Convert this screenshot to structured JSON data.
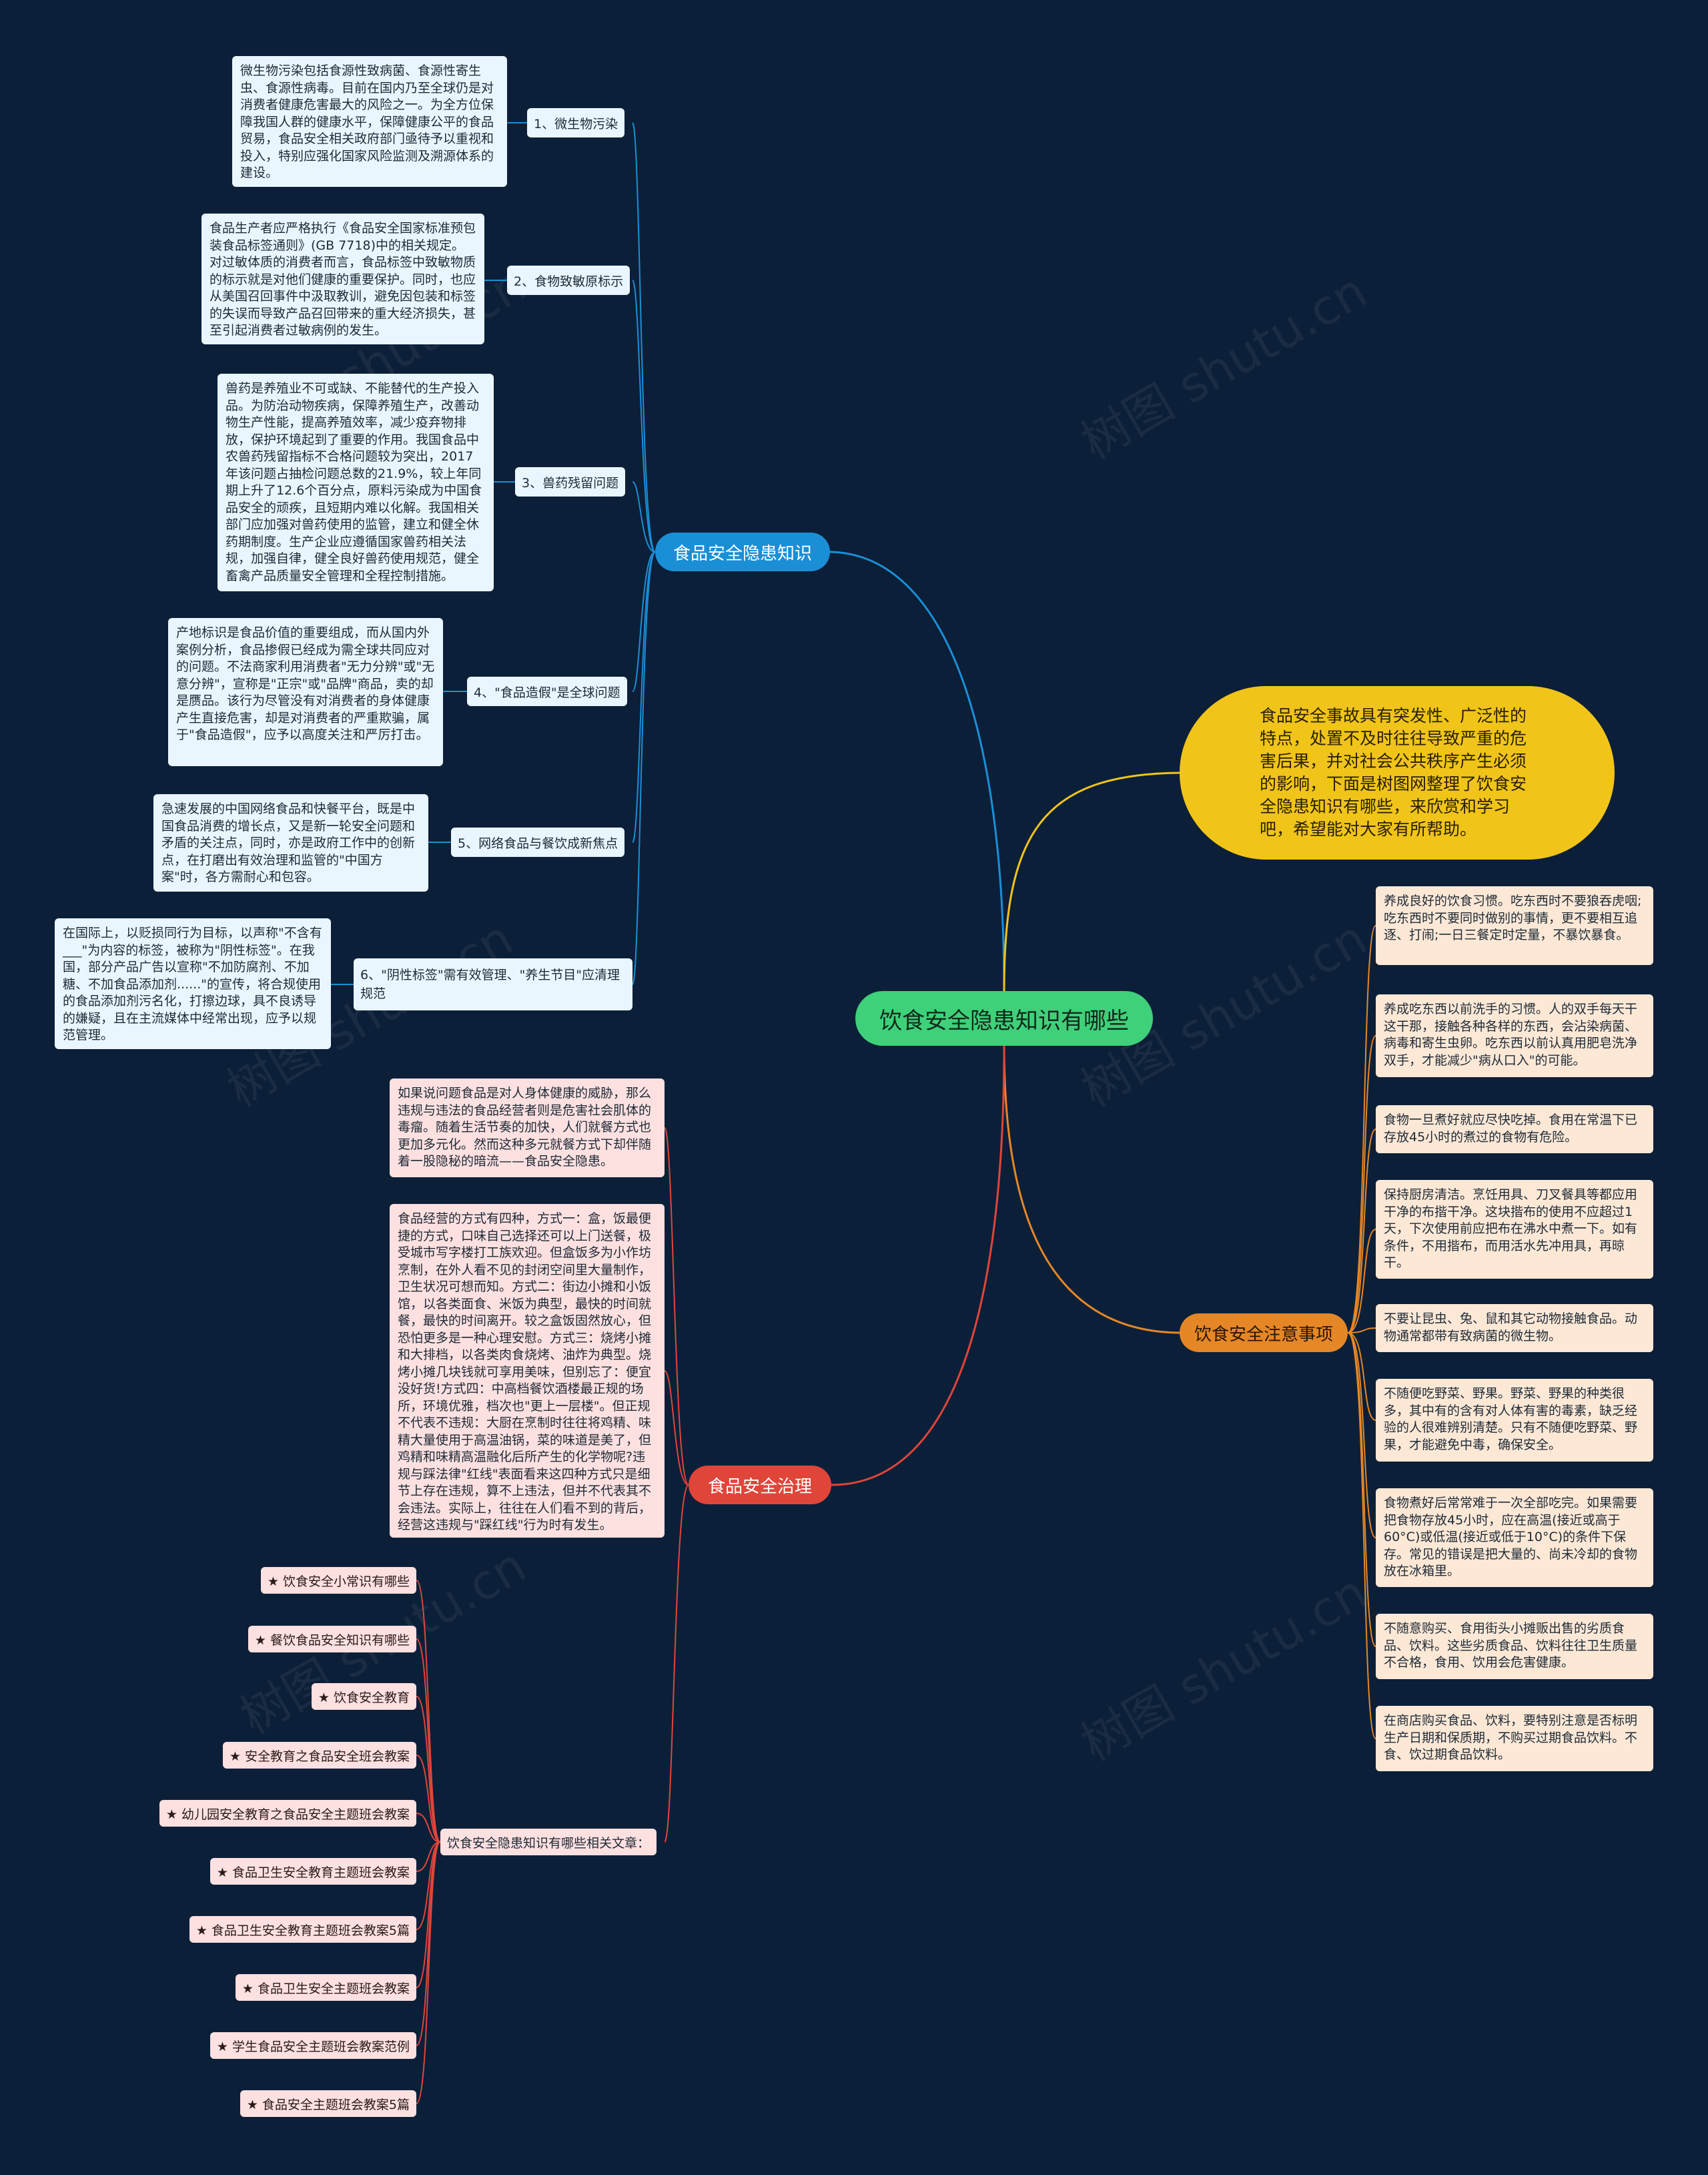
{
  "center": "饮食安全隐患知识有哪些",
  "intro": "食品安全事故具有突发性、广泛性的特点，处置不及时往往导致严重的危害后果，并对社会公共秩序产生必须的影响，下面是树图网整理了饮食安全隐患知识有哪些，来欣赏和学习吧，希望能对大家有所帮助。",
  "watermark": "树图 shutu.cn",
  "colors": {
    "background": "#0c1f38",
    "center": "#3fd07a",
    "intro": "#f0c419",
    "knowledge": "#1a8fd6",
    "notes": "#e58726",
    "govern": "#e0453a"
  },
  "knowledge": {
    "title": "食品安全隐患知识",
    "items": [
      {
        "label": "1、微生物污染",
        "text": "微生物污染包括食源性致病菌、食源性寄生虫、食源性病毒。目前在国内乃至全球仍是对消费者健康危害最大的风险之一。为全方位保障我国人群的健康水平，保障健康公平的食品贸易，食品安全相关政府部门亟待予以重视和投入，特别应强化国家风险监测及溯源体系的建设。"
      },
      {
        "label": "2、食物致敏原标示",
        "text": "食品生产者应严格执行《食品安全国家标准预包装食品标签通则》(GB 7718)中的相关规定。对过敏体质的消费者而言，食品标签中致敏物质的标示就是对他们健康的重要保护。同时，也应从美国召回事件中汲取教训，避免因包装和标签的失误而导致产品召回带来的重大经济损失，甚至引起消费者过敏病例的发生。"
      },
      {
        "label": "3、兽药残留问题",
        "text": "兽药是养殖业不可或缺、不能替代的生产投入品。为防治动物疾病，保障养殖生产，改善动物生产性能，提高养殖效率，减少疫弃物排放，保护环境起到了重要的作用。我国食品中农兽药残留指标不合格问题较为突出，2017年该问题占抽检问题总数的21.9%，较上年同期上升了12.6个百分点，原料污染成为中国食品安全的顽疾，且短期内难以化解。我国相关部门应加强对兽药使用的监管，建立和健全休药期制度。生产企业应遵循国家兽药相关法规，加强自律，健全良好兽药使用规范，健全畜禽产品质量安全管理和全程控制措施。"
      },
      {
        "label": "4、\"食品造假\"是全球问题",
        "text": "产地标识是食品价值的重要组成，而从国内外案例分析，食品掺假已经成为需全球共同应对的问题。不法商家利用消费者\"无力分辨\"或\"无意分辨\"，宣称是\"正宗\"或\"品牌\"商品，卖的却是赝品。该行为尽管没有对消费者的身体健康产生直接危害，却是对消费者的严重欺骗，属于\"食品造假\"，应予以高度关注和严厉打击。"
      },
      {
        "label": "5、网络食品与餐饮成新焦点",
        "text": "急速发展的中国网络食品和快餐平台，既是中国食品消费的增长点，又是新一轮安全问题和矛盾的关注点，同时，亦是政府工作中的创新点，在打磨出有效治理和监管的\"中国方案\"时，各方需耐心和包容。"
      },
      {
        "label": "6、\"阴性标签\"需有效管理、\"养生节目\"应清理规范",
        "text": "在国际上，以贬损同行为目标，以声称\"不含有___\"为内容的标签，被称为\"阴性标签\"。在我国，部分产品广告以宣称\"不加防腐剂、不加糖、不加食品添加剂......\"的宣传，将合规使用的食品添加剂污名化，打擦边球，具不良诱导的嫌疑，且在主流媒体中经常出现，应予以规范管理。"
      }
    ]
  },
  "notes": {
    "title": "饮食安全注意事项",
    "items": [
      "养成良好的饮食习惯。吃东西时不要狼吞虎咽;吃东西时不要同时做别的事情，更不要相互追逐、打闹;一日三餐定时定量，不暴饮暴食。",
      "养成吃东西以前洗手的习惯。人的双手每天干这干那，接触各种各样的东西，会沾染病菌、病毒和寄生虫卵。吃东西以前认真用肥皂洗净双手，才能减少\"病从口入\"的可能。",
      "食物一旦煮好就应尽快吃掉。食用在常温下已存放45小时的煮过的食物有危险。",
      "保持厨房清洁。烹饪用具、刀叉餐具等都应用干净的布揩干净。这块揩布的使用不应超过1天，下次使用前应把布在沸水中煮一下。如有条件，不用揩布，而用活水先冲用具，再晾干。",
      "不要让昆虫、兔、鼠和其它动物接触食品。动物通常都带有致病菌的微生物。",
      "不随便吃野菜、野果。野菜、野果的种类很多，其中有的含有对人体有害的毒素，缺乏经验的人很难辨别清楚。只有不随便吃野菜、野果，才能避免中毒，确保安全。",
      "食物煮好后常常难于一次全部吃完。如果需要把食物存放45小时，应在高温(接近或高于60°C)或低温(接近或低于10°C)的条件下保存。常见的错误是把大量的、尚未冷却的食物放在冰箱里。",
      "不随意购买、食用街头小摊贩出售的劣质食品、饮料。这些劣质食品、饮料往往卫生质量不合格，食用、饮用会危害健康。",
      "在商店购买食品、饮料，要特别注意是否标明生产日期和保质期，不购买过期食品饮料。不食、饮过期食品饮料。"
    ]
  },
  "govern": {
    "title": "食品安全治理",
    "texts": [
      "如果说问题食品是对人身体健康的威胁，那么违规与违法的食品经营者则是危害社会肌体的毒瘤。随着生活节奏的加快，人们就餐方式也更加多元化。然而这种多元就餐方式下却伴随着一股隐秘的暗流——食品安全隐患。",
      "食品经营的方式有四种，方式一：盒，饭最便捷的方式，口味自己选择还可以上门送餐，极受城市写字楼打工族欢迎。但盒饭多为小作坊烹制，在外人看不见的封闭空间里大量制作，卫生状况可想而知。方式二：街边小摊和小饭馆，以各类面食、米饭为典型，最快的时间就餐，最快的时间离开。较之盒饭固然放心，但恐怕更多是一种心理安慰。方式三：烧烤小摊和大排档，以各类肉食烧烤、油炸为典型。烧烤小摊几块钱就可享用美味，但别忘了：便宜没好货!方式四：中高档餐饮酒楼最正规的场所，环境优雅，档次也\"更上一层楼\"。但正规不代表不违规：大厨在烹制时往往将鸡精、味精大量使用于高温油锅，菜的味道是美了，但鸡精和味精高温融化后所产生的化学物呢?违规与踩法律\"红线\"表面看来这四种方式只是细节上存在违规，算不上违法，但并不代表其不会违法。实际上，往往在人们看不到的背后，经营这违规与\"踩红线\"行为时有发生。"
    ],
    "articles_label": "饮食安全隐患知识有哪些相关文章：",
    "articles": [
      "★ 饮食安全小常识有哪些",
      "★ 餐饮食品安全知识有哪些",
      "★ 饮食安全教育",
      "★ 安全教育之食品安全班会教案",
      "★ 幼儿园安全教育之食品安全主题班会教案",
      "★ 食品卫生安全教育主题班会教案",
      "★ 食品卫生安全教育主题班会教案5篇",
      "★ 食品卫生安全主题班会教案",
      "★ 学生食品安全主题班会教案范例",
      "★ 食品安全主题班会教案5篇"
    ]
  }
}
